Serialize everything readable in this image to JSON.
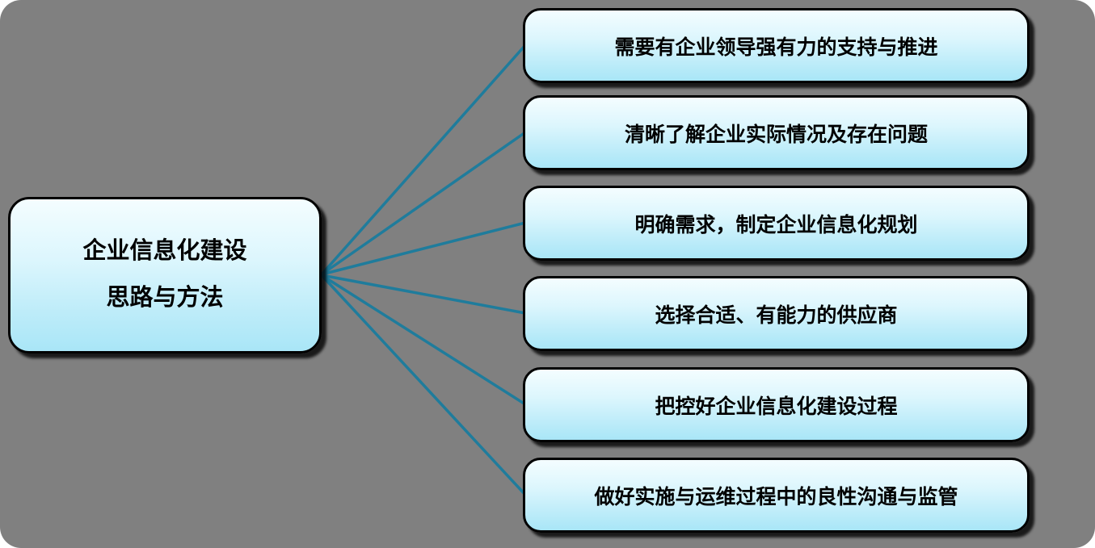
{
  "diagram": {
    "type": "topic-branch-diagram",
    "background_color": "#808080",
    "connector_color": "#1f7c9c",
    "node_fill_top": "#f4fdff",
    "node_fill_bottom": "#a9e6f7",
    "node_border_color": "#000000"
  },
  "root": {
    "label_line1": "企业信息化建设",
    "label_line2": "思路与方法"
  },
  "branches": [
    {
      "label": "需要有企业领导强有力的支持与推进"
    },
    {
      "label": "清晰了解企业实际情况及存在问题"
    },
    {
      "label": "明确需求，制定企业信息化规划"
    },
    {
      "label": "选择合适、有能力的供应商"
    },
    {
      "label": "把控好企业信息化建设过程"
    },
    {
      "label": "做好实施与运维过程中的良性沟通与监管"
    }
  ]
}
